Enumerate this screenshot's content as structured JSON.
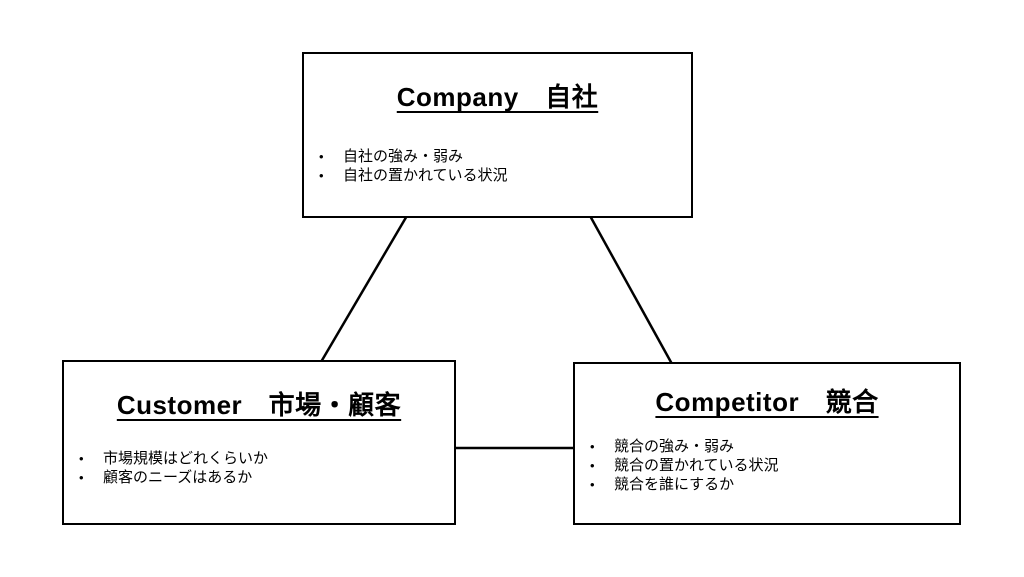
{
  "diagram": {
    "bullet_char": "•",
    "colors": {
      "border": "#000000",
      "background": "#ffffff",
      "text": "#000000",
      "connector_line": "#000000"
    }
  },
  "boxes": {
    "company": {
      "title": "Company　自社",
      "bullets": [
        "自社の強み・弱み",
        "自社の置かれている状況"
      ]
    },
    "customer": {
      "title": "Customer　市場・顧客",
      "bullets": [
        "市場規模はどれくらいか",
        "顧客のニーズはあるか"
      ]
    },
    "competitor": {
      "title": "Competitor　競合",
      "bullets": [
        "競合の強み・弱み",
        "競合の置かれている状況",
        "競合を誰にするか"
      ]
    }
  }
}
